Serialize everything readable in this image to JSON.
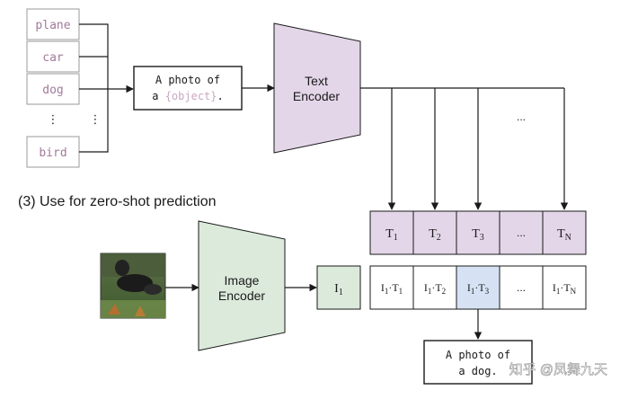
{
  "classes": {
    "items": [
      "plane",
      "car",
      "dog",
      "⋮",
      "bird"
    ],
    "ellipsis_right": "⋮"
  },
  "template_box": {
    "line1": "A photo of",
    "line2_prefix": "a ",
    "line2_placeholder": "{object}",
    "line2_suffix": "."
  },
  "text_encoder": {
    "line1": "Text",
    "line2": "Encoder"
  },
  "text_fanout_ellipsis": "...",
  "section_title": "(3) Use for zero-shot prediction",
  "image_encoder": {
    "line1": "Image",
    "line2": "Encoder"
  },
  "image_embedding": {
    "base": "I",
    "sub": "1"
  },
  "text_embeddings": [
    {
      "base": "T",
      "sub": "1"
    },
    {
      "base": "T",
      "sub": "2"
    },
    {
      "base": "T",
      "sub": "3"
    },
    {
      "base": "...",
      "sub": ""
    },
    {
      "base": "T",
      "sub": "N"
    }
  ],
  "similarity_row": [
    {
      "a": "I",
      "as": "1",
      "b": "T",
      "bs": "1"
    },
    {
      "a": "I",
      "as": "1",
      "b": "T",
      "bs": "2"
    },
    {
      "a": "I",
      "as": "1",
      "b": "T",
      "bs": "3"
    },
    {
      "ellipsis": "..."
    },
    {
      "a": "I",
      "as": "1",
      "b": "T",
      "bs": "N"
    }
  ],
  "result_box": {
    "line1": "A photo of",
    "line2": "a dog."
  },
  "watermark": "知乎 @凤舞九天",
  "colors": {
    "stroke": "#1a1a1a",
    "class_box_border": "#9a9a9a",
    "class_text": "#a07a9a",
    "placeholder_text": "#c9a9c2",
    "text_encoder_fill": "#e3d6e8",
    "image_encoder_fill": "#dceadb",
    "text_embed_fill": "#e3d6e8",
    "image_embed_fill": "#dceadb",
    "highlight_fill": "#d6e2f4"
  }
}
